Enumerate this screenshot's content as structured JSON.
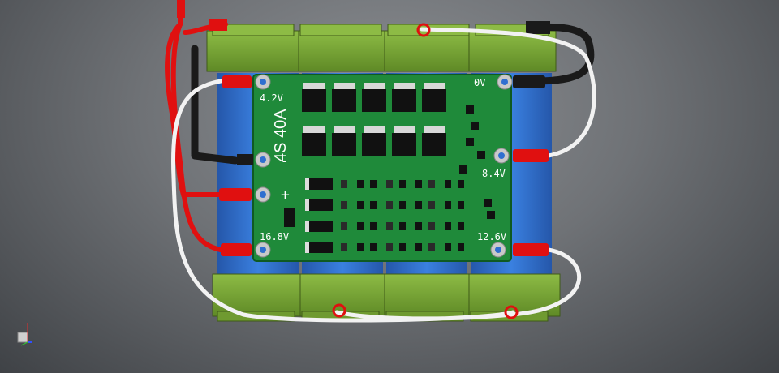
{
  "board": {
    "title": "4S 40A",
    "labels": {
      "v0": "0V",
      "v42": "4.2V",
      "v84": "8.4V",
      "v126": "12.6V",
      "v168": "16.8V",
      "minus": "-",
      "plus": "+"
    }
  },
  "colors": {
    "background_center": "#8c8f93",
    "background_edge": "#3f4246",
    "pcb": "#1f8a3a",
    "cell": "#2f6fd0",
    "holder": "#7fa83a",
    "wire_red": "#e01010",
    "wire_white": "#f2f2f2",
    "wire_black": "#1a1a1a"
  },
  "axis_triad": {
    "icon": "xyz-axis-icon"
  }
}
